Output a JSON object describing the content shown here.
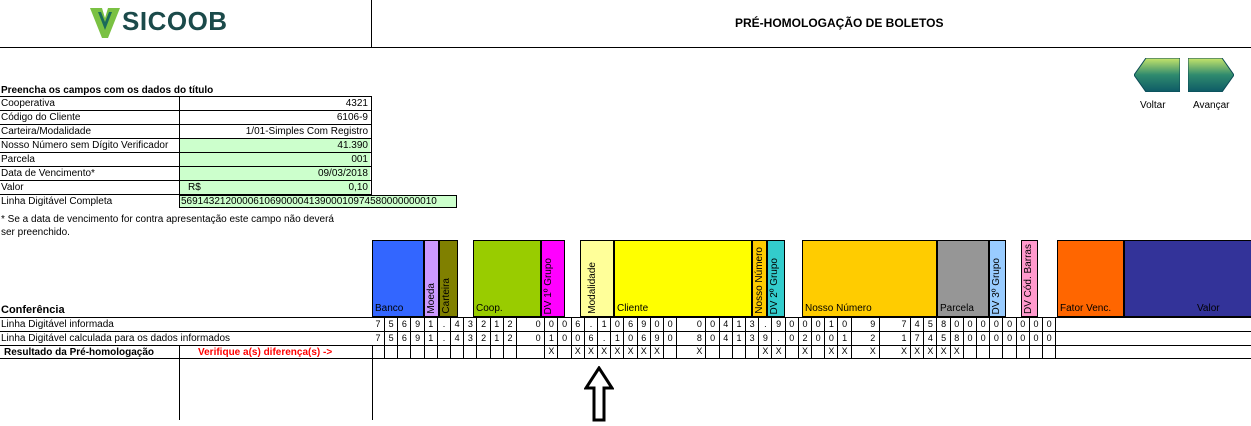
{
  "header": {
    "logo_text": "SICOOB",
    "title": "PRÉ-HOMOLOGAÇÃO DE BOLETOS"
  },
  "nav": {
    "back_label": "Voltar",
    "forward_label": "Avançar"
  },
  "form": {
    "heading": "Preencha os campos com os dados do título",
    "rows": [
      {
        "label": "Cooperativa",
        "value": "4321",
        "green": false
      },
      {
        "label": "Código do Cliente",
        "value": "6106-9",
        "green": false
      },
      {
        "label": "Carteira/Modalidade",
        "value": "1/01-Simples Com Registro",
        "green": false
      },
      {
        "label": "Nosso Número sem Dígito Verificador",
        "value": "41.390",
        "green": true
      },
      {
        "label": "Parcela",
        "value": "001",
        "green": true
      },
      {
        "label": "Data de Vencimento*",
        "value": "09/03/2018",
        "green": true
      },
      {
        "label": "Valor",
        "value": "0,10",
        "green": true,
        "prefix": "R$"
      },
      {
        "label": "Linha Digitável Completa",
        "value": "5691432120000610690000413900010974580000000010",
        "green": true
      }
    ],
    "footnote_line1": "* Se a data de vencimento for contra apresentação este campo não deverá",
    "footnote_line2": "ser preenchido."
  },
  "conference": {
    "heading": "Conferência",
    "row_informed_label": "Linha Digitável informada",
    "row_calculated_label": "Linha Digitável calculada para os dados informados",
    "result_label": "Resultado da Pré-homologação",
    "result_value": "Verifique a(s) diferença(s) ->",
    "result_color": "#ff0000"
  },
  "segments": [
    {
      "label": "Banco",
      "color": "#3366ff",
      "vertical": false
    },
    {
      "label": "Moeda",
      "color": "#cc99ff",
      "vertical": true
    },
    {
      "label": "Carteira",
      "color": "#808000",
      "vertical": true
    },
    {
      "label": "Coop.",
      "color": "#99cc00",
      "vertical": false
    },
    {
      "label": "DV 1º Grupo",
      "color": "#ff00ff",
      "vertical": true
    },
    {
      "label": "Modalidade",
      "color": "#ffff99",
      "vertical": true
    },
    {
      "label": "Cliente",
      "color": "#ffff00",
      "vertical": false
    },
    {
      "label": "Nosso Número",
      "color": "#ffcc00",
      "vertical": true
    },
    {
      "label": "DV 2º Grupo",
      "color": "#33cccc",
      "vertical": true
    },
    {
      "label": "Nosso Número",
      "color": "#ffcc00",
      "vertical": false
    },
    {
      "label": "Parcela",
      "color": "#969696",
      "vertical": false
    },
    {
      "label": "DV 3º Grupo",
      "color": "#99ccff",
      "vertical": true
    },
    {
      "label": "DV Cód. Barras",
      "color": "#ff99cc",
      "vertical": true
    },
    {
      "label": "Fator Venc.",
      "color": "#ff6600",
      "vertical": false
    },
    {
      "label": "Valor",
      "color": "#333399",
      "vertical": false
    }
  ],
  "digits_informed": [
    "7",
    "5",
    "6",
    "9",
    "1",
    ".",
    "4",
    "3",
    "2",
    "1",
    "2",
    "0",
    "0",
    "0",
    "6",
    ".",
    "1",
    "0",
    "6",
    "9",
    "0",
    "0",
    "0",
    "0",
    "4",
    "1",
    "3",
    ".",
    "9",
    "0",
    "0",
    "0",
    "1",
    "0",
    "9",
    "7",
    "4",
    "5",
    "8",
    "0",
    "0",
    "0",
    "0",
    "0",
    "0",
    "0",
    "0"
  ],
  "digits_calculated": [
    "7",
    "5",
    "6",
    "9",
    "1",
    ".",
    "4",
    "3",
    "2",
    "1",
    "2",
    "0",
    "1",
    "0",
    "0",
    "6",
    ".",
    "1",
    "0",
    "6",
    "9",
    "0",
    "8",
    "0",
    "4",
    "1",
    "3",
    "9",
    ".",
    "0",
    "2",
    "0",
    "0",
    "1",
    "2",
    "1",
    "7",
    "4",
    "5",
    "8",
    "0",
    "0",
    "0",
    "0",
    "0",
    "0",
    "0"
  ],
  "diff_marks": "X"
}
